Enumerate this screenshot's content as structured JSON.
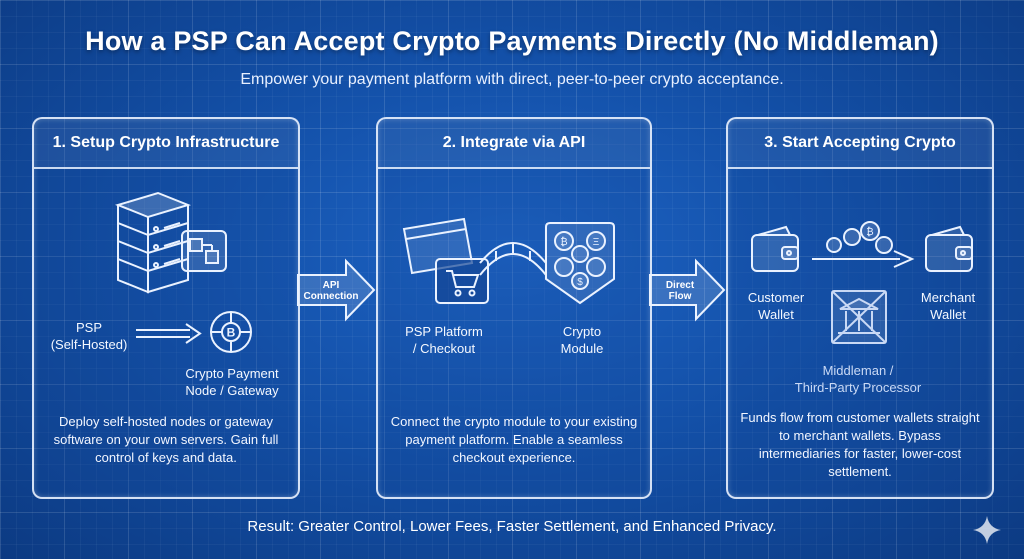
{
  "title": "How a PSP Can Accept Crypto Payments Directly (No Middleman)",
  "subtitle": "Empower your payment platform with direct, peer-to-peer crypto acceptance.",
  "panels": [
    {
      "heading": "1. Setup Crypto Infrastructure",
      "labels": {
        "psp": [
          "PSP",
          "(Self-Hosted)"
        ],
        "node": [
          "Crypto Payment",
          "Node / Gateway"
        ]
      },
      "body": "Deploy self-hosted nodes or gateway software on your own servers. Gain full control of keys and data."
    },
    {
      "heading": "2. Integrate via API",
      "labels": {
        "platform": [
          "PSP Platform",
          "/ Checkout"
        ],
        "module": [
          "Crypto",
          "Module"
        ]
      },
      "body": "Connect the crypto module to your existing payment platform. Enable a seamless checkout experience."
    },
    {
      "heading": "3. Start Accepting Crypto",
      "labels": {
        "customer": [
          "Customer",
          "Wallet"
        ],
        "merchant": [
          "Merchant",
          "Wallet"
        ],
        "middleman": [
          "Middleman /",
          "Third-Party Processor"
        ]
      },
      "body": "Funds flow from customer wallets straight to merchant wallets. Bypass intermediaries for faster, lower-cost settlement."
    }
  ],
  "connectors": [
    {
      "label": [
        "API",
        "Connection"
      ]
    },
    {
      "label": [
        "Direct",
        "Flow"
      ]
    }
  ],
  "result": "Result: Greater Control, Lower Fees, Faster Settlement, and Enhanced Privacy.",
  "colors": {
    "background": "#1350a8",
    "line": "#ebf3ff"
  },
  "icons": [
    "server-icon",
    "blockchain-cube-icon",
    "bitcoin-node-icon",
    "browser-window-icon",
    "shopping-cart-icon",
    "crypto-coins-icon",
    "wallet-icon",
    "coin-stack-icon",
    "crossed-bank-icon",
    "sparkle-icon"
  ]
}
